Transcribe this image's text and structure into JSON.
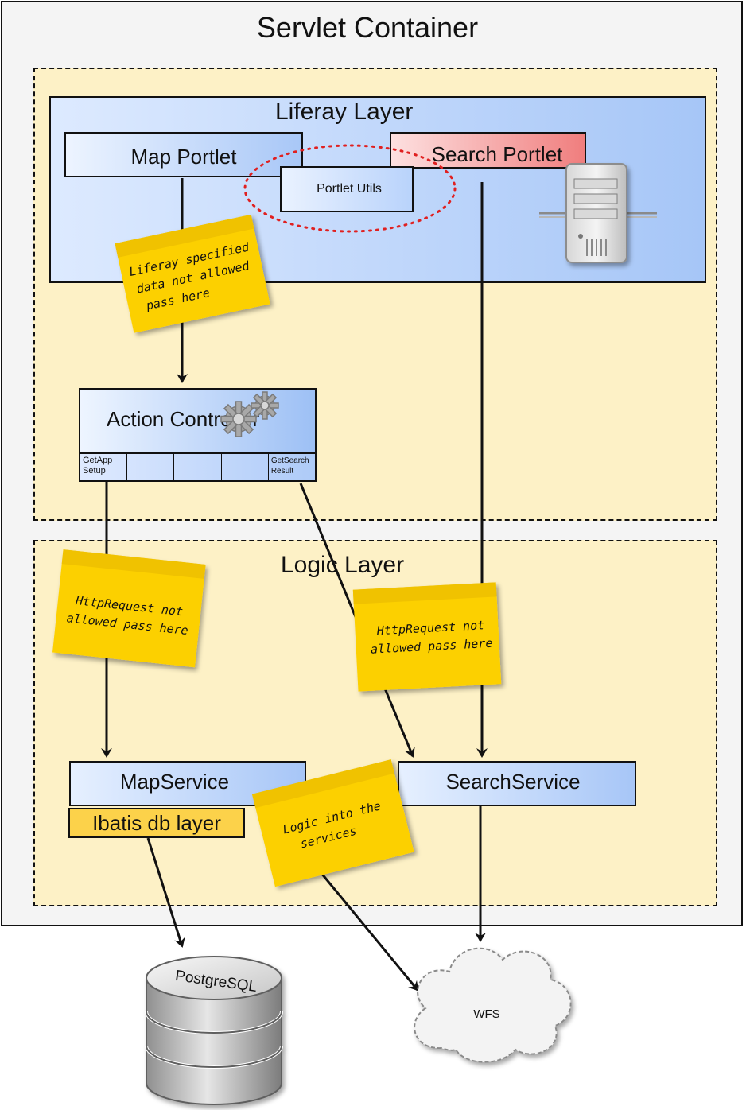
{
  "servlet_container": {
    "title": "Servlet Container"
  },
  "liferay_layer": {
    "title": "Liferay Layer"
  },
  "map_portlet": {
    "label": "Map Portlet"
  },
  "search_portlet": {
    "label": "Search Portlet"
  },
  "portlet_utils": {
    "label": "Portlet Utils"
  },
  "action_controller": {
    "label": "Action Controller",
    "cells": [
      "GetApp Setup",
      "",
      "",
      "",
      "GetSearch Result"
    ]
  },
  "logic_layer": {
    "title": "Logic Layer"
  },
  "map_service": {
    "label": "MapService"
  },
  "ibatis": {
    "label": "Ibatis db layer"
  },
  "search_service": {
    "label": "SearchService"
  },
  "database": {
    "label": "PostgreSQL"
  },
  "cloud": {
    "label": "WFS"
  },
  "notes": {
    "liferay_note": [
      "Liferay specified",
      "data not allowed",
      "pass here"
    ],
    "http_note_left": [
      "HttpRequest not",
      "allowed pass here"
    ],
    "http_note_right": [
      "HttpRequest not",
      "allowed pass here"
    ],
    "logic_note": [
      "Logic into the",
      "services"
    ]
  },
  "icons": [
    "server-icon",
    "gears-icon",
    "database-icon",
    "cloud-icon"
  ],
  "colors": {
    "note_yellow": "#fcd000",
    "search_portlet_red": "#f07e7e",
    "layer_blue": "#a6c6f7",
    "dashed_region": "#fdf1c6",
    "ibatis_yellow": "#fcd24a"
  }
}
